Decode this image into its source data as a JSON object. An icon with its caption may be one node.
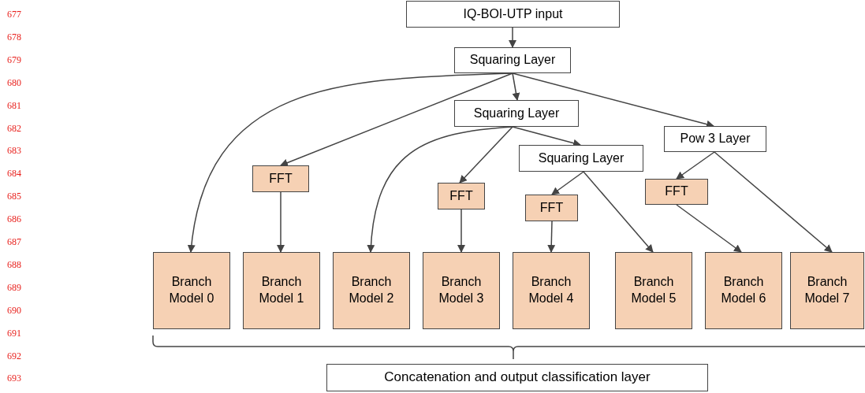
{
  "diagram": {
    "nodes": [
      {
        "text": [
          "IQ-BOI-UTP input"
        ]
      },
      {
        "text": [
          "Squaring Layer"
        ]
      },
      {
        "text": [
          "Squaring Layer"
        ]
      },
      {
        "text": [
          "FFT"
        ]
      },
      {
        "text": [
          "Pow 3 Layer"
        ]
      },
      {
        "text": [
          "Squaring Layer"
        ]
      },
      {
        "text": [
          "FFT"
        ]
      },
      {
        "text": [
          "FFT"
        ]
      },
      {
        "text": [
          "FFT"
        ]
      },
      {
        "text": [
          "Branch Model 0"
        ]
      },
      {
        "text": [
          "Branch Model 1"
        ]
      },
      {
        "text": [
          "Branch Model 2"
        ]
      },
      {
        "text": [
          "Branch Model 3"
        ]
      },
      {
        "text": [
          "Branch Model 4"
        ]
      },
      {
        "text": [
          "Branch Model 5"
        ]
      },
      {
        "text": [
          "Branch Model 6"
        ]
      },
      {
        "text": [
          "Branch Model 7"
        ]
      },
      {
        "text": [
          "Concatenation and output classification layer"
        ]
      }
    ],
    "edges": [
      {
        "from": 0,
        "to": 1,
        "arrow": "to"
      },
      {
        "from": 1,
        "to": 9,
        "arrow": "to"
      },
      {
        "from": 1,
        "to": 3,
        "arrow": "to"
      },
      {
        "from": 1,
        "to": 2,
        "arrow": "to"
      },
      {
        "from": 1,
        "to": 4,
        "arrow": "to"
      },
      {
        "from": 2,
        "to": 11,
        "arrow": "to"
      },
      {
        "from": 2,
        "to": 6,
        "arrow": "to"
      },
      {
        "from": 2,
        "to": 5,
        "arrow": "to"
      },
      {
        "from": 5,
        "to": 7,
        "arrow": "to"
      },
      {
        "from": 5,
        "to": 14,
        "arrow": "to"
      },
      {
        "from": 4,
        "to": 8,
        "arrow": "to"
      },
      {
        "from": 4,
        "to": 16,
        "arrow": "to"
      },
      {
        "from": 3,
        "to": 10,
        "arrow": "to"
      },
      {
        "from": 6,
        "to": 12,
        "arrow": "to"
      },
      {
        "from": 7,
        "to": 13,
        "arrow": "to"
      },
      {
        "from": 8,
        "to": 15,
        "arrow": "to"
      }
    ],
    "labels": [
      "677",
      "678",
      "679",
      "680",
      "681",
      "682",
      "683",
      "684",
      "685",
      "686",
      "687",
      "688",
      "689",
      "690",
      "691",
      "692",
      "693"
    ]
  }
}
